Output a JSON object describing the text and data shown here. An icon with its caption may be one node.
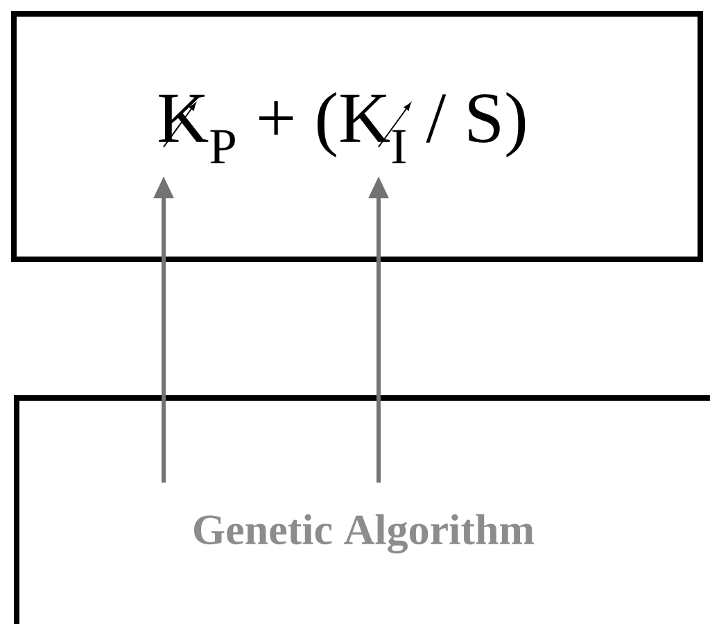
{
  "diagram": {
    "nodes": [
      {
        "text": [
          "K$_{P}$ + (K$_{I}$ / S)"
        ]
      },
      {
        "text": [
          "Genetic Algorithm"
        ]
      }
    ],
    "edges": [
      {
        "from": 1,
        "to": 0,
        "arrow": "to"
      },
      {
        "from": 1,
        "to": 0,
        "arrow": "to"
      }
    ]
  }
}
